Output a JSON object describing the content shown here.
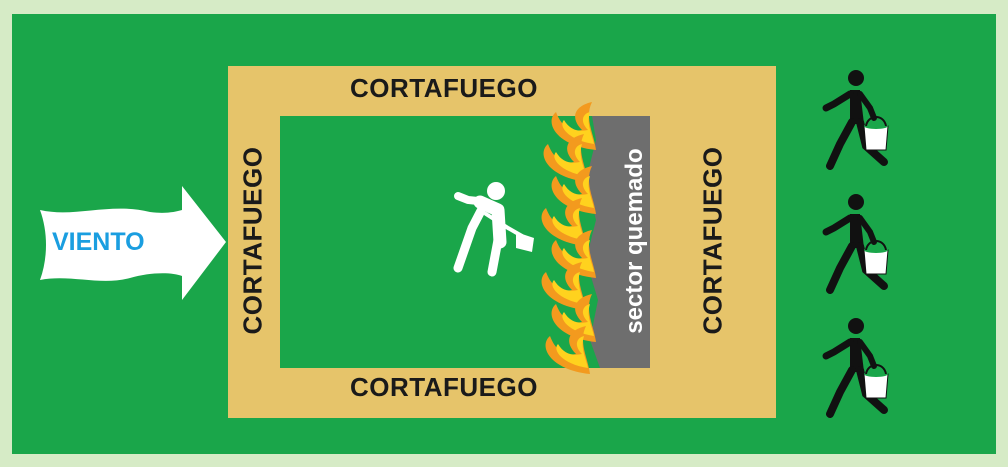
{
  "firebreak": {
    "top_label": "CORTAFUEGO",
    "bottom_label": "CORTAFUEGO",
    "left_label": "CORTAFUEGO",
    "right_label": "CORTAFUEGO"
  },
  "burned_sector": {
    "label": "sector quemado"
  },
  "wind": {
    "label": "VIENTO"
  },
  "colors": {
    "page_background": "#d6ebc6",
    "field_green": "#1aa64a",
    "firebreak_tan": "#e6c46a",
    "burned_gray": "#6e6e6e",
    "flame_orange": "#f39a1e",
    "flame_yellow": "#ffd21e",
    "wind_label_blue": "#1a9ee0",
    "figure_black": "#111111"
  },
  "figures": {
    "digger": {
      "icon": "worker-with-shovel-icon"
    },
    "bucket_carriers": [
      {
        "icon": "person-with-bucket-icon"
      },
      {
        "icon": "person-with-bucket-icon"
      },
      {
        "icon": "person-with-bucket-icon"
      }
    ]
  }
}
